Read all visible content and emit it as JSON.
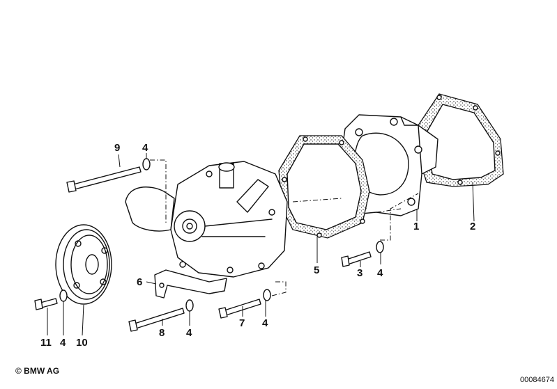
{
  "diagram": {
    "labels": {
      "l1": "1",
      "l2": "2",
      "l3": "3",
      "l4a": "4",
      "l4b": "4",
      "l4c": "4",
      "l4d": "4",
      "l4e": "4",
      "l5": "5",
      "l6": "6",
      "l7": "7",
      "l8": "8",
      "l9": "9",
      "l10": "10",
      "l11": "11"
    }
  },
  "footer": {
    "copyright": "© BMW AG",
    "drawing_number": "00084674"
  }
}
